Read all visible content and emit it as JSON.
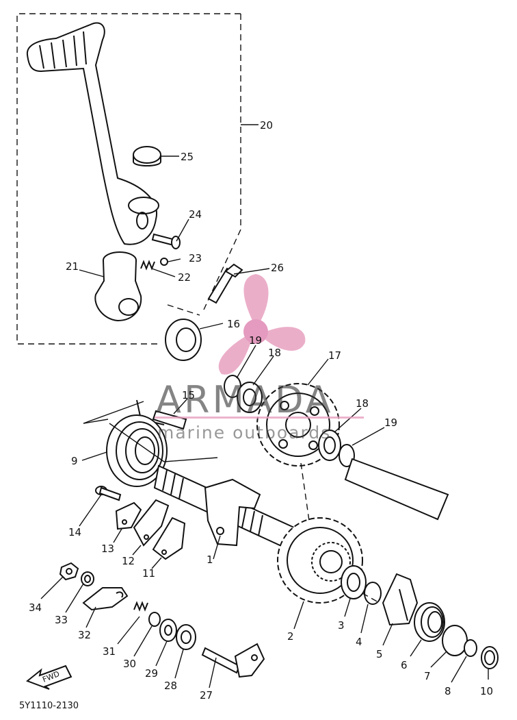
{
  "diagram": {
    "code": "5Y1110-2130",
    "fwd_label": "FWD",
    "watermark": {
      "brand": "ARMADA",
      "tagline": "marine outboards",
      "brand_color": "#e8a0c0"
    },
    "callouts": [
      {
        "id": "c1",
        "label": "1"
      },
      {
        "id": "c2",
        "label": "2"
      },
      {
        "id": "c3",
        "label": "3"
      },
      {
        "id": "c4",
        "label": "4"
      },
      {
        "id": "c5",
        "label": "5"
      },
      {
        "id": "c6",
        "label": "6"
      },
      {
        "id": "c7",
        "label": "7"
      },
      {
        "id": "c8",
        "label": "8"
      },
      {
        "id": "c9",
        "label": "9"
      },
      {
        "id": "c10",
        "label": "10"
      },
      {
        "id": "c11",
        "label": "11"
      },
      {
        "id": "c12",
        "label": "12"
      },
      {
        "id": "c13",
        "label": "13"
      },
      {
        "id": "c14",
        "label": "14"
      },
      {
        "id": "c15",
        "label": "15"
      },
      {
        "id": "c16",
        "label": "16"
      },
      {
        "id": "c17",
        "label": "17"
      },
      {
        "id": "c18a",
        "label": "18"
      },
      {
        "id": "c18b",
        "label": "18"
      },
      {
        "id": "c19a",
        "label": "19"
      },
      {
        "id": "c19b",
        "label": "19"
      },
      {
        "id": "c20",
        "label": "20"
      },
      {
        "id": "c21",
        "label": "21"
      },
      {
        "id": "c22",
        "label": "22"
      },
      {
        "id": "c23",
        "label": "23"
      },
      {
        "id": "c24",
        "label": "24"
      },
      {
        "id": "c25",
        "label": "25"
      },
      {
        "id": "c26",
        "label": "26"
      },
      {
        "id": "c27",
        "label": "27"
      },
      {
        "id": "c28",
        "label": "28"
      },
      {
        "id": "c29",
        "label": "29"
      },
      {
        "id": "c30",
        "label": "30"
      },
      {
        "id": "c31",
        "label": "31"
      },
      {
        "id": "c32",
        "label": "32"
      },
      {
        "id": "c33",
        "label": "33"
      },
      {
        "id": "c34",
        "label": "34"
      }
    ]
  }
}
